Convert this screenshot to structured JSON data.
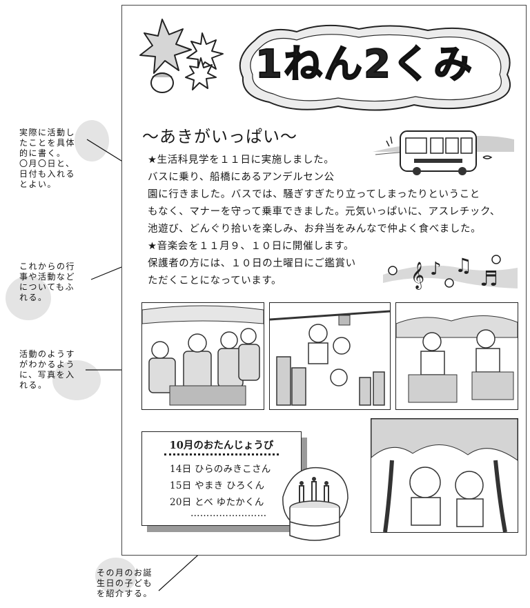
{
  "annotations": [
    {
      "id": "a1",
      "text": "実際に活動し\nたことを具体\n的に書く。\n〇月〇日と、\n日付も入れる\nとよい。"
    },
    {
      "id": "a2",
      "text": "これからの行\n事や活動など\nについてもふ\nれる。"
    },
    {
      "id": "a3",
      "text": "活動のようす\nがわかるよう\nに、写真を入\nれる。"
    },
    {
      "id": "a4",
      "text": "その月のお誕\n生日の子ども\nを紹介する。"
    }
  ],
  "newsletter": {
    "title": "1ねん2くみ",
    "subtitle": "〜あきがいっぱい〜",
    "paragraph_lines": [
      "★生活科見学を１１日に実施しました。",
      "バスに乗り、船橋にあるアンデルセン公",
      "園に行きました。バスでは、騒ぎすぎたり立ってしまったりということ",
      "もなく、マナーを守って乗車できました。元気いっぱいに、アスレチック、",
      "池遊び、どんぐり拾いを楽しみ、お弁当をみんなで仲よく食べました。",
      "★音楽会を１１月９、１０日に開催します。",
      "保護者の方には、１０日の土曜日にご鑑賞い",
      "ただくことになっています。"
    ],
    "birthday": {
      "title": "10月のおたんじょうび",
      "entries": [
        "14日 ひらのみきこさん",
        "15日 やまき ひろくん",
        "20日 とべ ゆたかくん"
      ],
      "more": "……………………"
    }
  },
  "illustrations": {
    "leaves": "maple-leaf-icons",
    "bus": "bus-icon",
    "music": "music-notes-icon",
    "cake": "birthday-cake-icon",
    "photos": [
      "bus-ride-photo",
      "athletic-playground-photo",
      "lunch-picnic-photo",
      "trees-children-photo"
    ]
  }
}
